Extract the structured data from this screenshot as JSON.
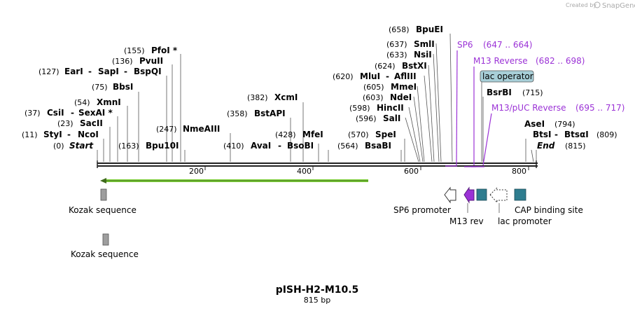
{
  "header": {
    "created_by": "Created by",
    "brand": "SnapGene"
  },
  "map": {
    "name": "pISH-H2-M10.5",
    "length_label": "815 bp",
    "ticks": [
      "200",
      "400",
      "600",
      "800"
    ]
  },
  "sites": {
    "start": {
      "pos": "(0)",
      "name": "Start"
    },
    "styi": {
      "pos": "(11)",
      "name": "StyI",
      "sep": "-",
      "name2": "NcoI"
    },
    "sacii": {
      "pos": "(23)",
      "name": "SacII"
    },
    "csii": {
      "pos": "(37)",
      "name": "CsiI",
      "sep": "-",
      "name2": "SexAI *"
    },
    "xmni": {
      "pos": "(54)",
      "name": "XmnI"
    },
    "bbsi": {
      "pos": "(75)",
      "name": "BbsI"
    },
    "eari": {
      "pos": "(127)",
      "name": "EarI",
      "sep": "-",
      "name2": "SapI",
      "sep2": "-",
      "name3": "BspQI"
    },
    "pvuii": {
      "pos": "(136)",
      "name": "PvuII"
    },
    "pfoi": {
      "pos": "(155)",
      "name": "PfoI *"
    },
    "bpu10i": {
      "pos": "(163)",
      "name": "Bpu10I"
    },
    "nmeaiii": {
      "pos": "(247)",
      "name": "NmeAIII"
    },
    "bstapi": {
      "pos": "(358)",
      "name": "BstAPI"
    },
    "xcmi": {
      "pos": "(382)",
      "name": "XcmI"
    },
    "avai": {
      "pos": "(410)",
      "name": "AvaI",
      "sep": "-",
      "name2": "BsoBI"
    },
    "mfei": {
      "pos": "(428)",
      "name": "MfeI"
    },
    "bsabi": {
      "pos": "(564)",
      "name": "BsaBI"
    },
    "spei": {
      "pos": "(570)",
      "name": "SpeI"
    },
    "sali": {
      "pos": "(596)",
      "name": "SalI"
    },
    "hincii": {
      "pos": "(598)",
      "name": "HincII"
    },
    "ndei": {
      "pos": "(603)",
      "name": "NdeI"
    },
    "mmei": {
      "pos": "(605)",
      "name": "MmeI"
    },
    "mlui": {
      "pos": "(620)",
      "name": "MluI",
      "sep": "-",
      "name2": "AflIII"
    },
    "bstxi": {
      "pos": "(624)",
      "name": "BstXI"
    },
    "nsii": {
      "pos": "(633)",
      "name": "NsiI"
    },
    "smli": {
      "pos": "(637)",
      "name": "SmlI"
    },
    "bpuei": {
      "pos": "(658)",
      "name": "BpuEI"
    },
    "bsrbi": {
      "pos": "(715)",
      "name": "BsrBI"
    },
    "asei": {
      "pos": "(794)",
      "name": "AseI"
    },
    "btsi": {
      "pos": "(809)",
      "name": "BtsI",
      "sep": "-",
      "name2": "BtsαI"
    },
    "end": {
      "pos": "(815)",
      "name": "End"
    }
  },
  "primers": {
    "sp6": {
      "name": "SP6",
      "range": "(647 .. 664)"
    },
    "m13rev": {
      "name": "M13 Reverse",
      "range": "(682 .. 698)"
    },
    "m13puc": {
      "name": "M13/pUC Reverse",
      "range": "(695 .. 717)"
    },
    "lac_operator": "lac operator"
  },
  "features": {
    "kozak1": "Kozak sequence",
    "kozak2": "Kozak sequence",
    "sp6_promoter": "SP6 promoter",
    "m13_rev": "M13 rev",
    "lac_promoter": "lac promoter",
    "cap_site": "CAP binding site"
  },
  "colors": {
    "primer": "#9b32d6",
    "orf": "#7fd13b",
    "teal": "#2e7d8f",
    "operator": "#a8cfd8",
    "gray": "#9e9e9e"
  }
}
